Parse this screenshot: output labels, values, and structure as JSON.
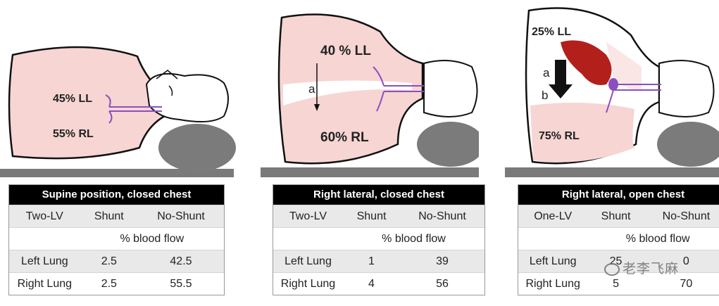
{
  "panels": [
    {
      "labels": {
        "upper": "45% LL",
        "lower": "55% RL"
      },
      "table": {
        "title": "Supine position, closed chest",
        "headers": [
          "Two-LV",
          "Shunt",
          "No-Shunt"
        ],
        "subheader": "% blood flow",
        "rows": [
          {
            "label": "Left Lung",
            "shunt": "2.5",
            "noshunt": "42.5"
          },
          {
            "label": "Right Lung",
            "shunt": "2.5",
            "noshunt": "55.5"
          }
        ]
      }
    },
    {
      "labels": {
        "upper": "40 % LL",
        "lower": "60% RL",
        "arrow": "a"
      },
      "table": {
        "title": "Right lateral, closed chest",
        "headers": [
          "Two-LV",
          "Shunt",
          "No-Shunt"
        ],
        "subheader": "% blood flow",
        "rows": [
          {
            "label": "Left Lung",
            "shunt": "1",
            "noshunt": "39"
          },
          {
            "label": "Right Lung",
            "shunt": "4",
            "noshunt": "56"
          }
        ]
      }
    },
    {
      "labels": {
        "upper": "25% LL",
        "lower": "75% RL",
        "arrow_a": "a",
        "arrow_b": "b"
      },
      "table": {
        "title": "Right lateral, open chest",
        "headers": [
          "One-LV",
          "Shunt",
          "No-Shunt"
        ],
        "subheader": "% blood flow",
        "rows": [
          {
            "label": "Left Lung",
            "shunt": "25",
            "noshunt": "0"
          },
          {
            "label": "Right Lung",
            "shunt": "5",
            "noshunt": "70"
          }
        ]
      }
    }
  ],
  "watermark": "老李飞麻",
  "colors": {
    "lung_pink": "#f6d5d3",
    "airway_purple": "#8a4fc0",
    "collapsed_lung_red": "#b3201b",
    "support_gray": "#7a7a7a",
    "table_header": "#000000",
    "row_shade": "#e9e9e9"
  }
}
